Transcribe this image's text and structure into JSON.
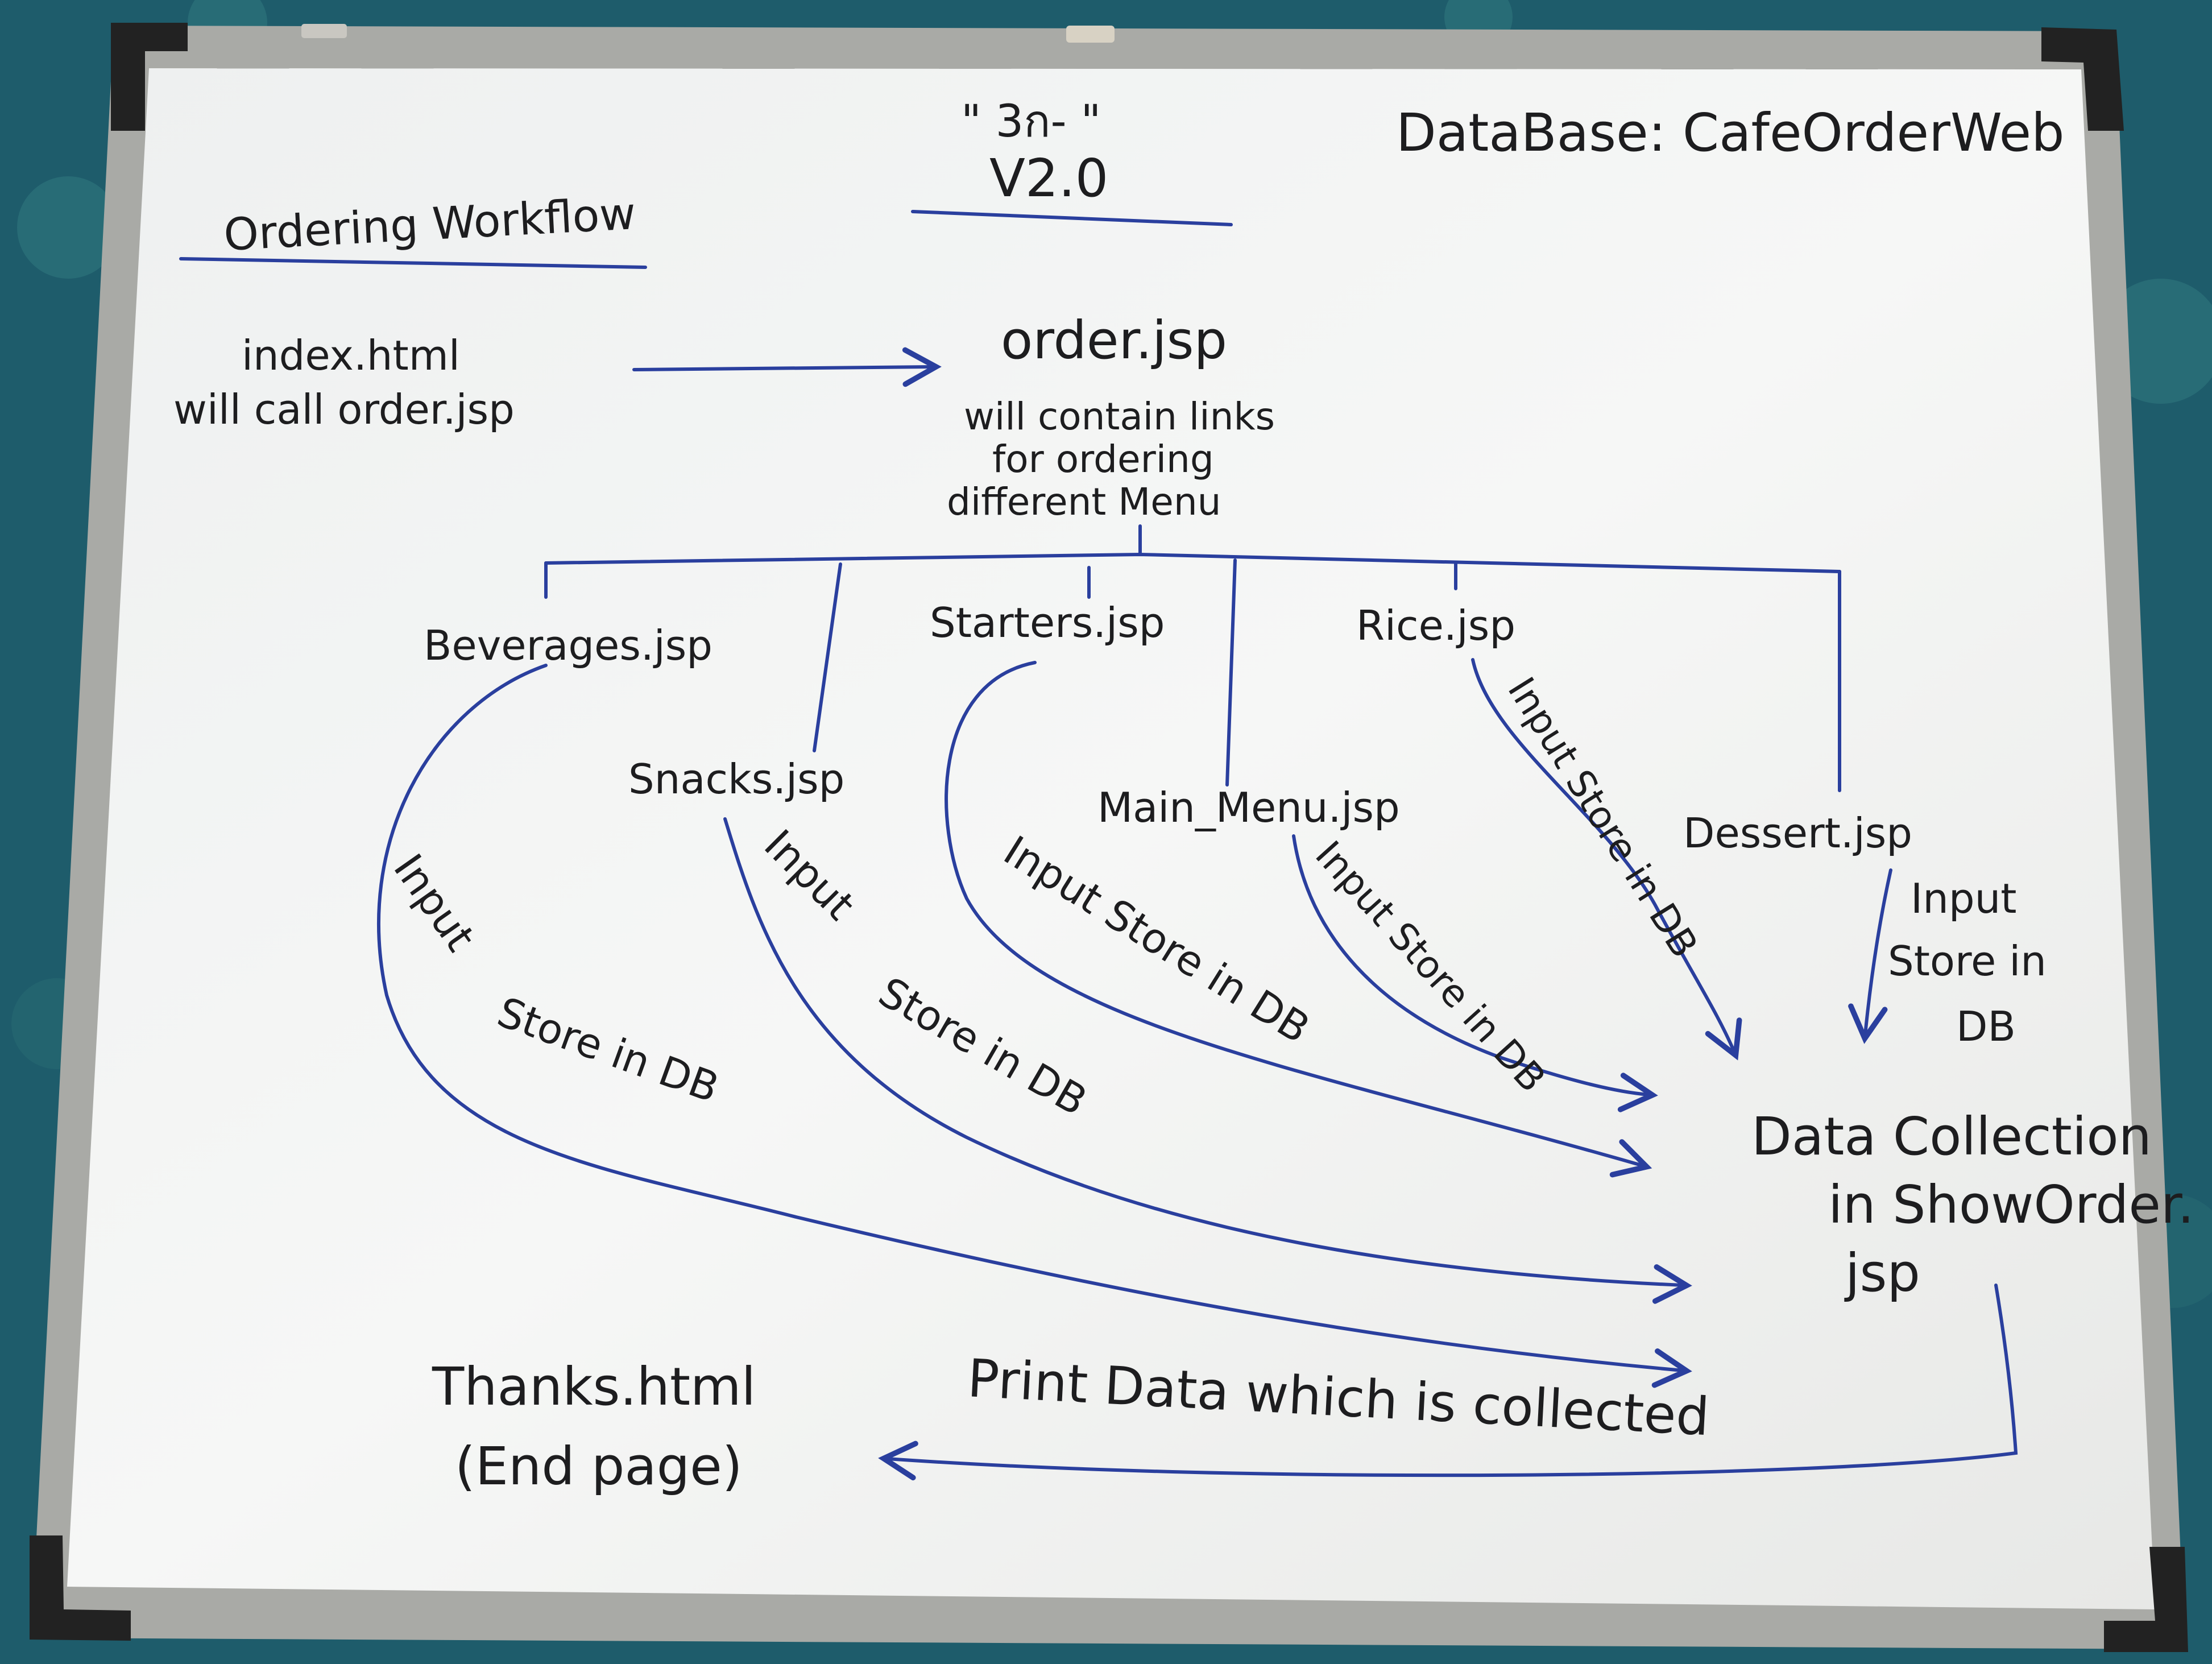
{
  "board": {
    "title_top": "\" 3ก- \"",
    "version": "V2.0",
    "database": "DataBase: CafeOrderWeb",
    "heading": "Ordering Workflow"
  },
  "nodes": {
    "index_line1": "index.html",
    "index_line2": "will call order.jsp",
    "order_title": "order.jsp",
    "order_line1": "will contain links",
    "order_line2": "for ordering",
    "order_line3": "different Menu",
    "beverages": "Beverages.jsp",
    "snacks": "Snacks.jsp",
    "starters": "Starters.jsp",
    "main_menu": "Main_Menu.jsp",
    "rice": "Rice.jsp",
    "dessert": "Dessert.jsp",
    "collection_line1": "Data Collection",
    "collection_line2": "in ShowOrder.",
    "collection_line3": "jsp",
    "thanks_line1": "Thanks.html",
    "thanks_line2": "(End page)"
  },
  "edge_labels": {
    "beverages_input": "Input",
    "beverages_store": "Store in DB",
    "snacks_input": "Input",
    "snacks_store": "Store in DB",
    "starters": "Input Store in DB",
    "main_menu": "Input Store in DB",
    "rice": "Input Store in DB",
    "dessert_line1": "Input",
    "dessert_line2": "Store in",
    "dessert_line3": "DB",
    "print": "Print Data which is collected"
  },
  "colors": {
    "ink": "#1d1d1f",
    "arrow": "#2a3f9e",
    "board": "#f4f5f4",
    "frame": "#a9aaa6",
    "background": "#1e5c6b"
  }
}
